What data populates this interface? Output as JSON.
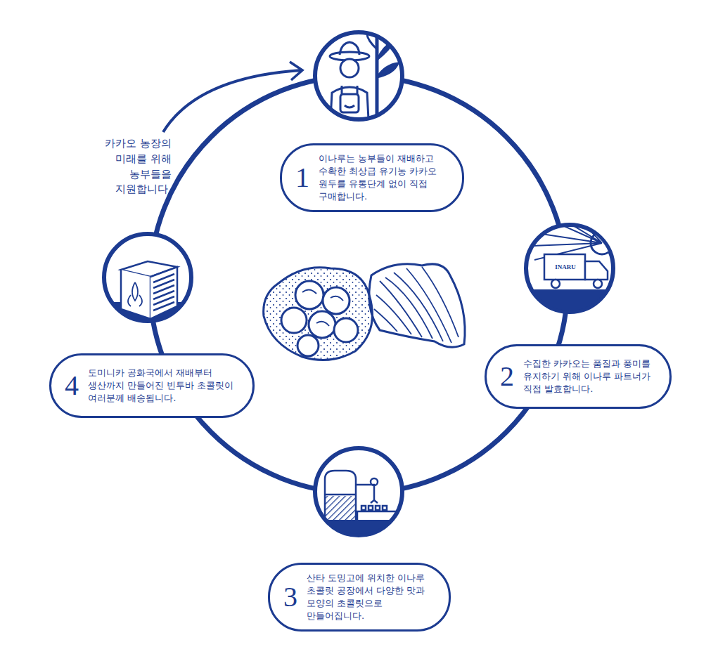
{
  "diagram": {
    "nodes": [
      {
        "text": [
          "1",
          "이나루는 농부들이 재배하고 수확한 최상급 유기농 카카오 원두를 유통단계 없이 직접 구매합니다."
        ]
      },
      {
        "text": [
          "2",
          "수집한 카카오는 품질과 풍미를 유지하기 위해 이나루 파트너가 직접 발효합니다."
        ]
      },
      {
        "text": [
          "3",
          "산타 도밍고에 위치한 이나루 초콜릿 공장에서 다양한 맛과 모양의 초콜릿으로 만들어집니다."
        ]
      },
      {
        "text": [
          "4",
          "도미니카 공화국에서 재배부터 생산까지 만들어진 빈투바 초콜릿이 여러분께 배송됩니다."
        ]
      }
    ],
    "labels": [
      "카카오 농장의 미래를 위해 농부들을 지원합니다.",
      "INARU"
    ]
  }
}
